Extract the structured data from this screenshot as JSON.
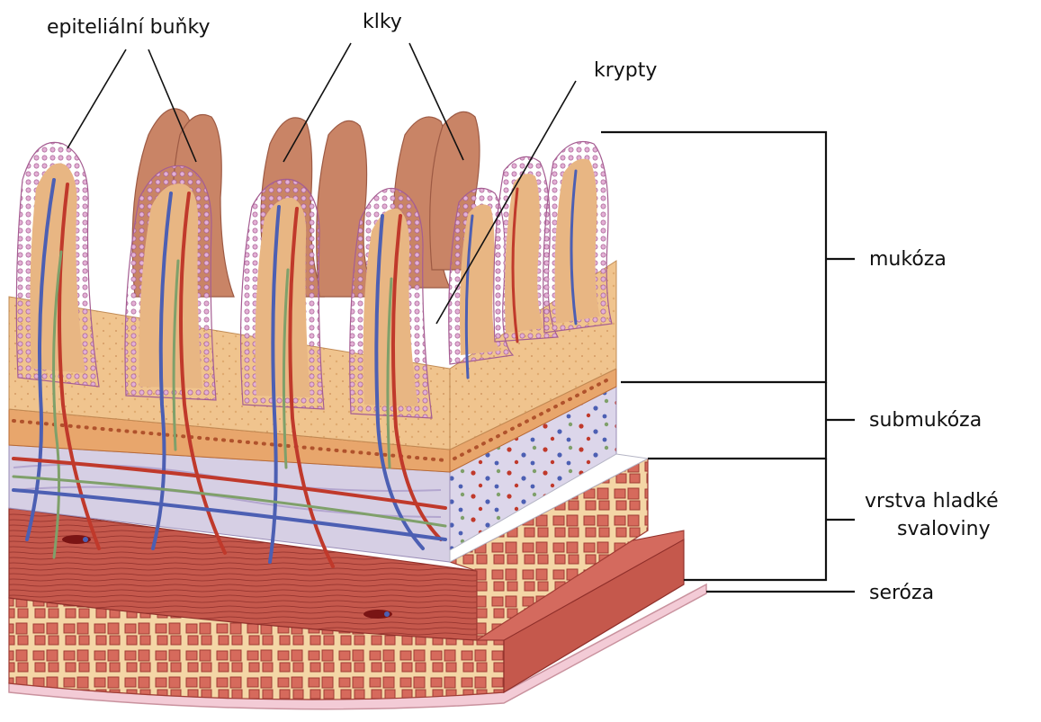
{
  "labels": {
    "epithelial_cells": "epiteliální buňky",
    "villi": "klky",
    "crypts": "krypty",
    "mucosa": "mukóza",
    "submucosa": "submukóza",
    "smooth_muscle_line1": "vrstva hladké",
    "smooth_muscle_line2": "svaloviny",
    "serosa": "seróza"
  },
  "colors": {
    "villus_fill": "#c98466",
    "villus_dark": "#9d5a44",
    "epithelium_cell": "#d79ac8",
    "epithelium_outline": "#a55d92",
    "mucosa_base": "#f2c690",
    "submucosa": "#d9d3e8",
    "muscle": "#c5544a",
    "muscle_line": "#8f2f2a",
    "serosa": "#f3cbd6",
    "artery": "#c0392b",
    "vein": "#4c5fb3",
    "lymph": "#7fa06a",
    "leader_line": "#111111"
  }
}
